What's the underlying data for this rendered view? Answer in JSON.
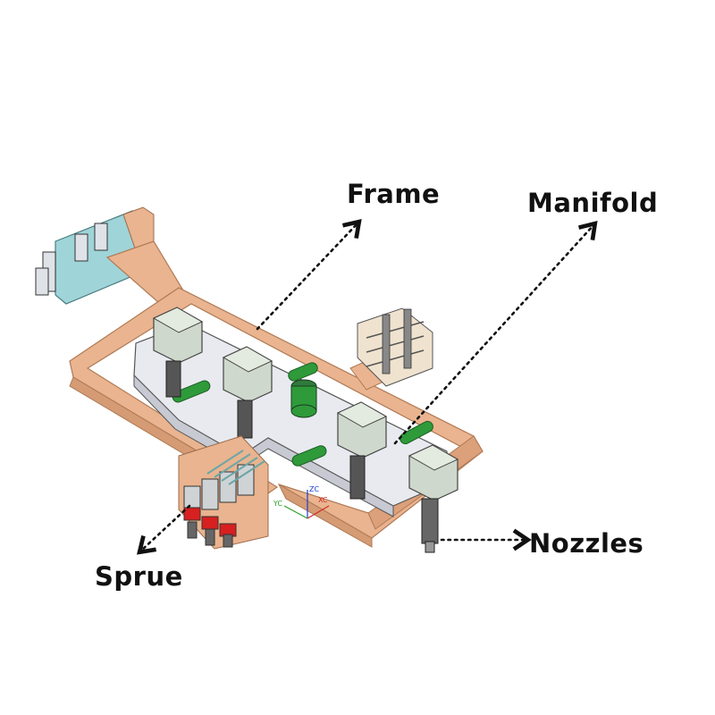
{
  "labels": {
    "frame": "Frame",
    "manifold": "Manifold",
    "nozzles": "Nozzles",
    "sprue": "Sprue"
  },
  "axis_labels": {
    "yc": "YC",
    "zc": "ZC",
    "xc": "XC"
  },
  "colors": {
    "frame": "#e9b48f",
    "frame_edge": "#b07a55",
    "manifold": "#e8eaf0",
    "actuator": "#cfd8cc",
    "green_bar": "#2e9a3a",
    "inlet_block": "#9fd4d8",
    "red_block": "#d82020",
    "leader": "#111111"
  }
}
